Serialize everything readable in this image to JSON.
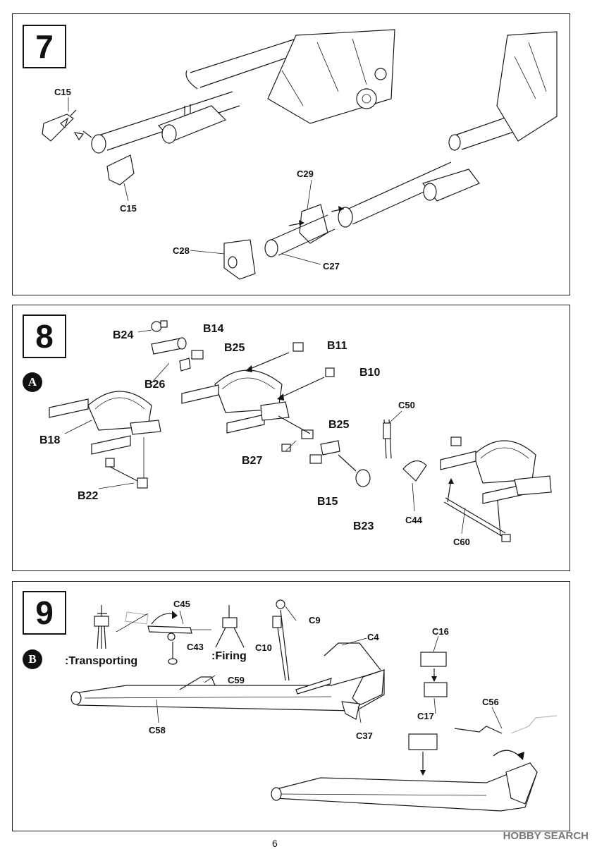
{
  "steps": [
    {
      "number": "7",
      "labels": {
        "c15_top": "C15",
        "c15_bottom": "C15",
        "c29": "C29",
        "c28": "C28",
        "c27": "C27"
      }
    },
    {
      "number": "8",
      "marker": "A",
      "labels": {
        "b24": "B24",
        "b14": "B14",
        "b25_top": "B25",
        "b11": "B11",
        "b26": "B26",
        "b10": "B10",
        "b18": "B18",
        "b25_mid": "B25",
        "c50": "C50",
        "b27": "B27",
        "b22": "B22",
        "b15": "B15",
        "b23": "B23",
        "c44": "C44",
        "c60": "C60"
      }
    },
    {
      "number": "9",
      "marker": "B",
      "labels": {
        "c45": "C45",
        "c9": "C9",
        "c10": "C10",
        "c4": "C4",
        "c16": "C16",
        "c43": "C43",
        "c59": "C59",
        "c58": "C58",
        "c37": "C37",
        "c17": "C17",
        "c56": "C56"
      },
      "modes": {
        "transporting": ":Transporting",
        "firing": ":Firing"
      }
    }
  ],
  "page_number": "6",
  "watermark": "HOBBY SEARCH"
}
